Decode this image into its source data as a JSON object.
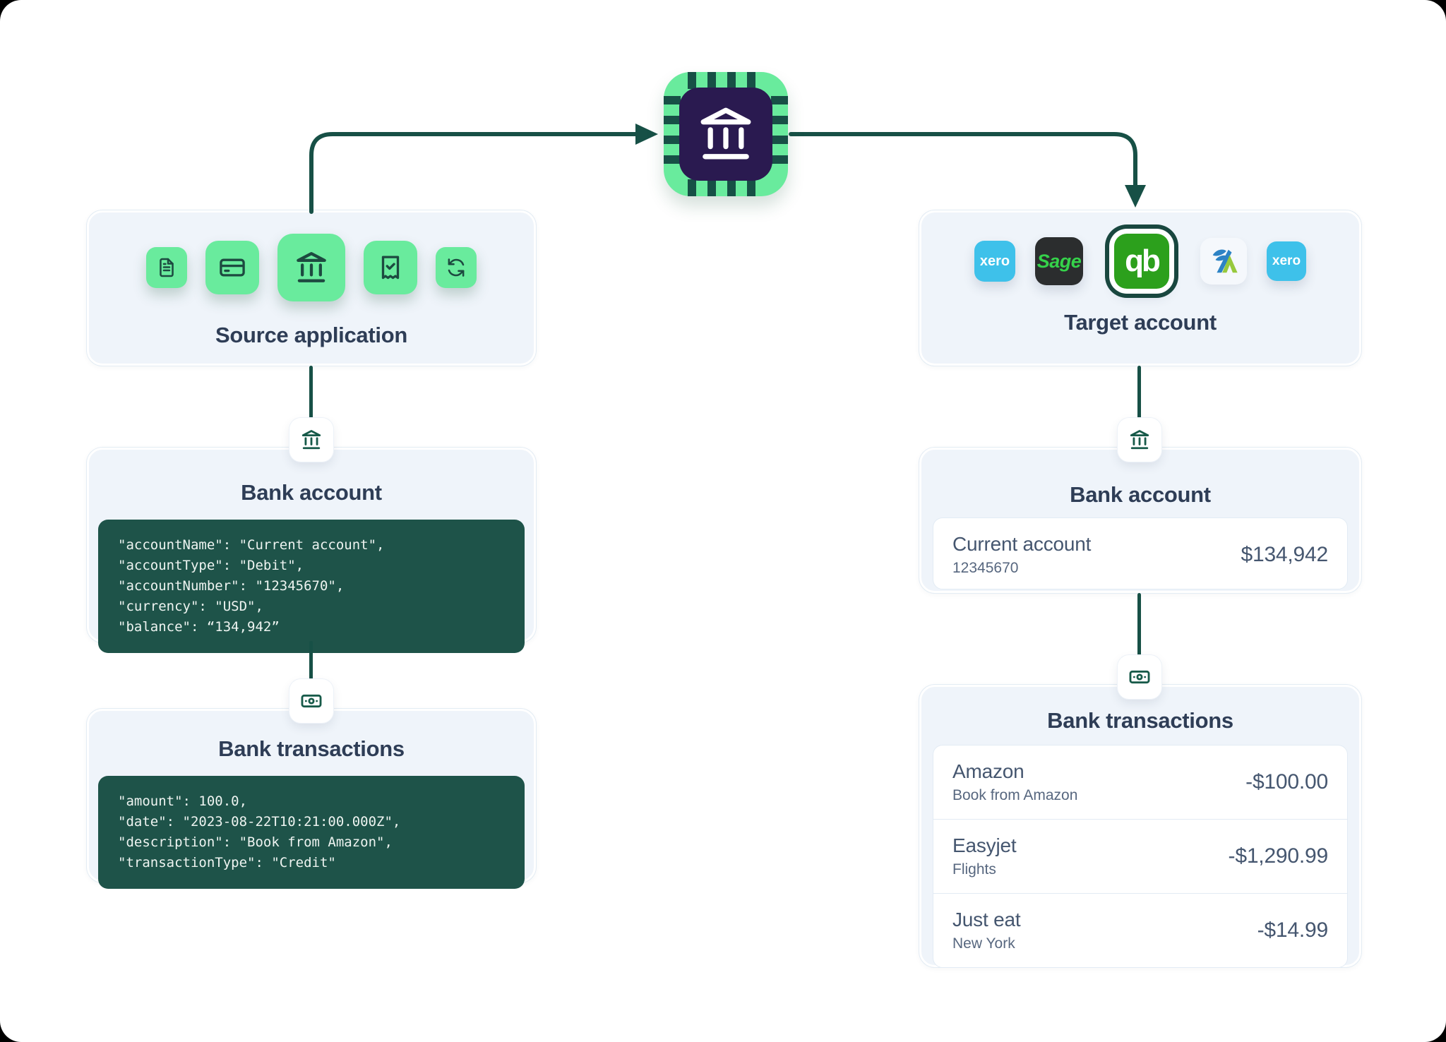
{
  "colors": {
    "accent_green": "#69eb9d",
    "dark_teal": "#175046",
    "code_bg": "#1e5349",
    "panel_bg": "#eff4fa",
    "title_text": "#2e3d56",
    "body_text": "#45566f",
    "qb_green": "#2ca01c",
    "xero_blue": "#3ec1ea",
    "sage_dark": "#2b2d2e",
    "sage_green": "#35d24a",
    "freeagent_blue": "#2d83c5",
    "freeagent_green": "#97c93d"
  },
  "hub": {
    "icon": "bank-chip-icon"
  },
  "source_panel": {
    "title": "Source application",
    "icons": [
      "document-icon",
      "credit-card-icon",
      "bank-icon",
      "receipt-check-icon",
      "sync-icon"
    ]
  },
  "target_panel": {
    "title": "Target account",
    "logos": [
      {
        "name": "xero",
        "label": "xero"
      },
      {
        "name": "sage",
        "label": "Sage"
      },
      {
        "name": "quickbooks",
        "label": "qb"
      },
      {
        "name": "freeagent",
        "label": ""
      },
      {
        "name": "xero",
        "label": "xero"
      }
    ]
  },
  "left_bank_account": {
    "title": "Bank account",
    "code_lines": [
      "\"accountName\": \"Current account\",",
      "\"accountType\": \"Debit\",",
      "\"accountNumber\": \"12345670\",",
      "\"currency\": \"USD\",",
      "\"balance\": “134,942”"
    ]
  },
  "left_bank_transactions": {
    "title": "Bank transactions",
    "code_lines": [
      "\"amount\": 100.0,",
      "\"date\": \"2023-08-22T10:21:00.000Z\",",
      "\"description\": \"Book from Amazon\",",
      "\"transactionType\": \"Credit\""
    ]
  },
  "right_bank_account": {
    "title": "Bank account",
    "account_name": "Current account",
    "account_number": "12345670",
    "balance": "$134,942"
  },
  "right_bank_transactions": {
    "title": "Bank transactions",
    "rows": [
      {
        "name": "Amazon",
        "description": "Book from Amazon",
        "amount": "-$100.00"
      },
      {
        "name": "Easyjet",
        "description": "Flights",
        "amount": "-$1,290.99"
      },
      {
        "name": "Just eat",
        "description": "New York",
        "amount": "-$14.99"
      }
    ]
  }
}
